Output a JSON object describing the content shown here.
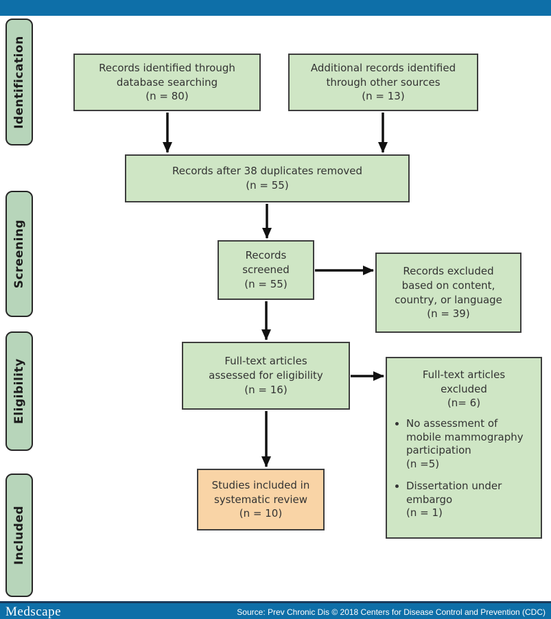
{
  "stages": [
    "Identification",
    "Screening",
    "Eligibility",
    "Included"
  ],
  "boxes": {
    "identified": {
      "lines": [
        "Records identified through",
        "database searching",
        "(n = 80)"
      ]
    },
    "additional": {
      "lines": [
        "Additional records identified",
        "through other sources",
        "(n = 13)"
      ]
    },
    "deduped": {
      "lines": [
        "Records after 38 duplicates removed",
        "(n = 55)"
      ]
    },
    "screened": {
      "lines": [
        "Records",
        "screened",
        "(n = 55)"
      ]
    },
    "excluded_screen": {
      "lines": [
        "Records excluded",
        "based on content,",
        "country, or language",
        "(n = 39)"
      ]
    },
    "fulltext": {
      "lines": [
        "Full-text articles",
        "assessed for eligibility",
        "(n = 16)"
      ]
    },
    "fulltext_excluded": {
      "heading": [
        "Full-text articles",
        "excluded",
        "(n= 6)"
      ],
      "bullets": [
        {
          "lines": [
            "No assessment of",
            "mobile mammography",
            "participation",
            "(n =5)"
          ]
        },
        {
          "lines": [
            "Dissertation under",
            "embargo",
            "(n = 1)"
          ]
        }
      ]
    },
    "included": {
      "lines": [
        "Studies included in",
        "systematic review",
        "(n = 10)"
      ]
    }
  },
  "footer": {
    "logo": "Medscape",
    "source": "Source: Prev Chronic Dis © 2018 Centers for Disease Control and Prevention (CDC)"
  },
  "colors": {
    "bar-blue": "#0e6fa8",
    "footer-line": "#1b3a5a",
    "box-green": "#cfe6c5",
    "stage-green": "#b7d5ba",
    "stage-border": "#262626",
    "box-orange": "#f9d4a6",
    "border-dark": "#3d3d3d",
    "text-dark": "#333333",
    "arrow-black": "#111111"
  }
}
